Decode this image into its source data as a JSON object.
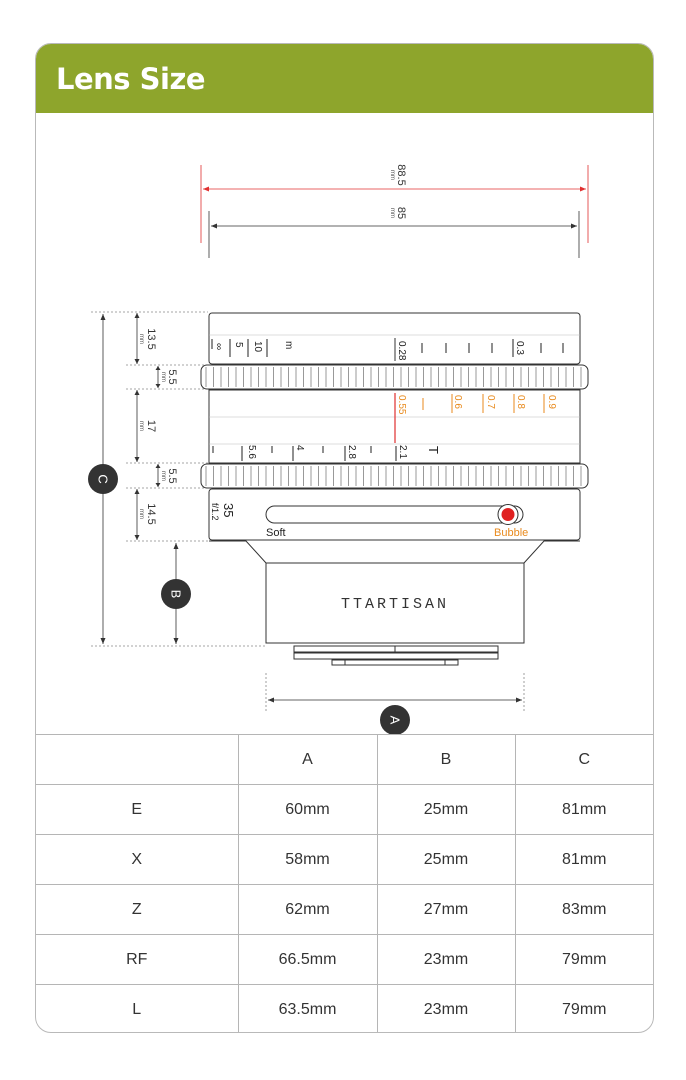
{
  "header": {
    "title": "Lens Size"
  },
  "diagram": {
    "dims": {
      "w885": "88.5",
      "w85": "85",
      "h135": "13.5",
      "h55a": "5.5",
      "h17": "17",
      "h55b": "5.5",
      "h145": "14.5",
      "unit": "mm"
    },
    "labels": {
      "a": "A",
      "b": "B",
      "c": "C"
    },
    "lens": {
      "brand": "TTARTISAN",
      "soft": "Soft",
      "bubble": "Bubble",
      "focal": "35",
      "aperture_max": "f/1.2",
      "dist_m": [
        "∞",
        "5",
        "10",
        "m",
        "0.28",
        "0.3"
      ],
      "dist_orange": [
        "0.55",
        "0.6",
        "0.7",
        "0.8",
        "0.9"
      ],
      "apertures": [
        "5.6",
        "4",
        "2.8",
        "2.1"
      ],
      "t_mark": "T"
    },
    "colors": {
      "accent": "#8ea52c",
      "red_dim": "#e03030",
      "orange": "#e88a1d",
      "badge": "#333333"
    }
  },
  "table": {
    "headers": [
      "",
      "A",
      "B",
      "C"
    ],
    "rows": [
      [
        "E",
        "60mm",
        "25mm",
        "81mm"
      ],
      [
        "X",
        "58mm",
        "25mm",
        "81mm"
      ],
      [
        "Z",
        "62mm",
        "27mm",
        "83mm"
      ],
      [
        "RF",
        "66.5mm",
        "23mm",
        "79mm"
      ],
      [
        "L",
        "63.5mm",
        "23mm",
        "79mm"
      ]
    ]
  }
}
